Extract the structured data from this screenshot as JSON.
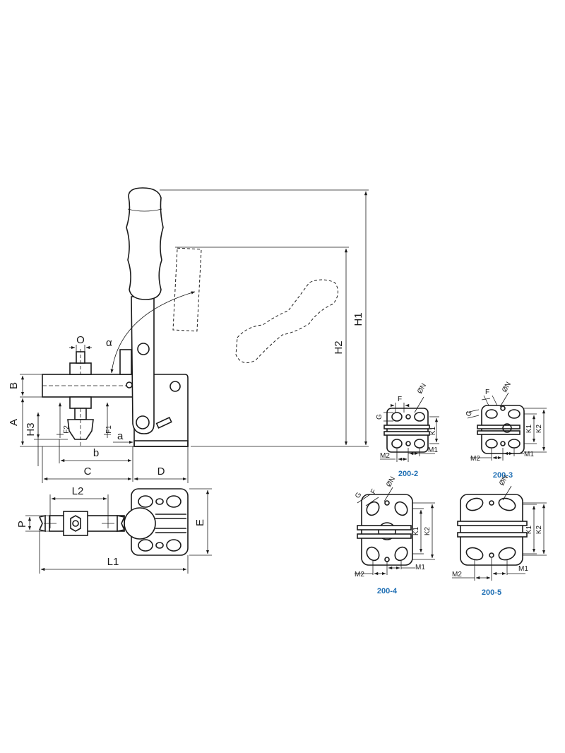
{
  "colors": {
    "line": "#1a1a1a",
    "caption": "#1f6fb4",
    "background": "#ffffff"
  },
  "main": {
    "labels": {
      "H1": "H1",
      "H2": "H2",
      "H3": "H3",
      "A": "A",
      "B": "B",
      "C": "C",
      "D": "D",
      "b": "b",
      "a": "a",
      "O": "O",
      "alpha": "α",
      "F1": "F1",
      "F2": "F2",
      "E": "E",
      "L1": "L1",
      "L2": "L2",
      "P": "P"
    }
  },
  "variants": [
    {
      "caption": "200-2",
      "labels": {
        "F": "F",
        "N": "ØN",
        "G": "G",
        "K1": "K1",
        "M1": "M1",
        "M2": "M2"
      }
    },
    {
      "caption": "200-3",
      "labels": {
        "F": "F",
        "N": "ØN",
        "G": "G",
        "K1": "K1",
        "K2": "K2",
        "M1": "M1",
        "M2": "M2"
      }
    },
    {
      "caption": "200-4",
      "labels": {
        "F": "F",
        "N": "ØN",
        "G": "G",
        "K1": "K1",
        "K2": "K2",
        "M1": "M1",
        "M2": "M2"
      }
    },
    {
      "caption": "200-5",
      "labels": {
        "N": "ØN",
        "K1": "K1",
        "K2": "K2",
        "M1": "M1",
        "M2": "M2"
      }
    }
  ]
}
